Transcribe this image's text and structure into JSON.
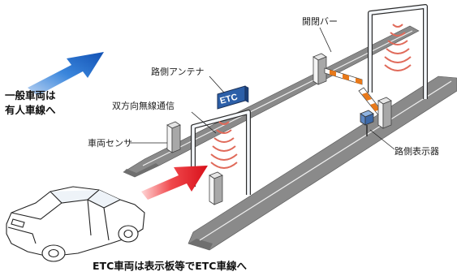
{
  "labels": {
    "gate_bar": "開閉バー",
    "roadside_antenna": "路側アンテナ",
    "two_way_comm": "双方向無線通信",
    "vehicle_sensor": "車両センサ",
    "roadside_display": "路側表示器",
    "general_line1": "一般車両は",
    "general_line2": "有人車線へ",
    "etc_caption": "ETC車両は表示板等でETC車線へ",
    "etc_sign": "ETC"
  },
  "colors": {
    "road": "#8a8a8a",
    "road_stripe": "#f2f2f2",
    "general_arrow": "#1f6fd1",
    "etc_arrow": "#e8141c",
    "radio_wave": "#e06a5a",
    "gantry": "#f5f8fc",
    "gantry_stroke": "#2a2a2a",
    "sign_panel": "#2c5fa8",
    "barrier_orange": "#e8791a"
  }
}
